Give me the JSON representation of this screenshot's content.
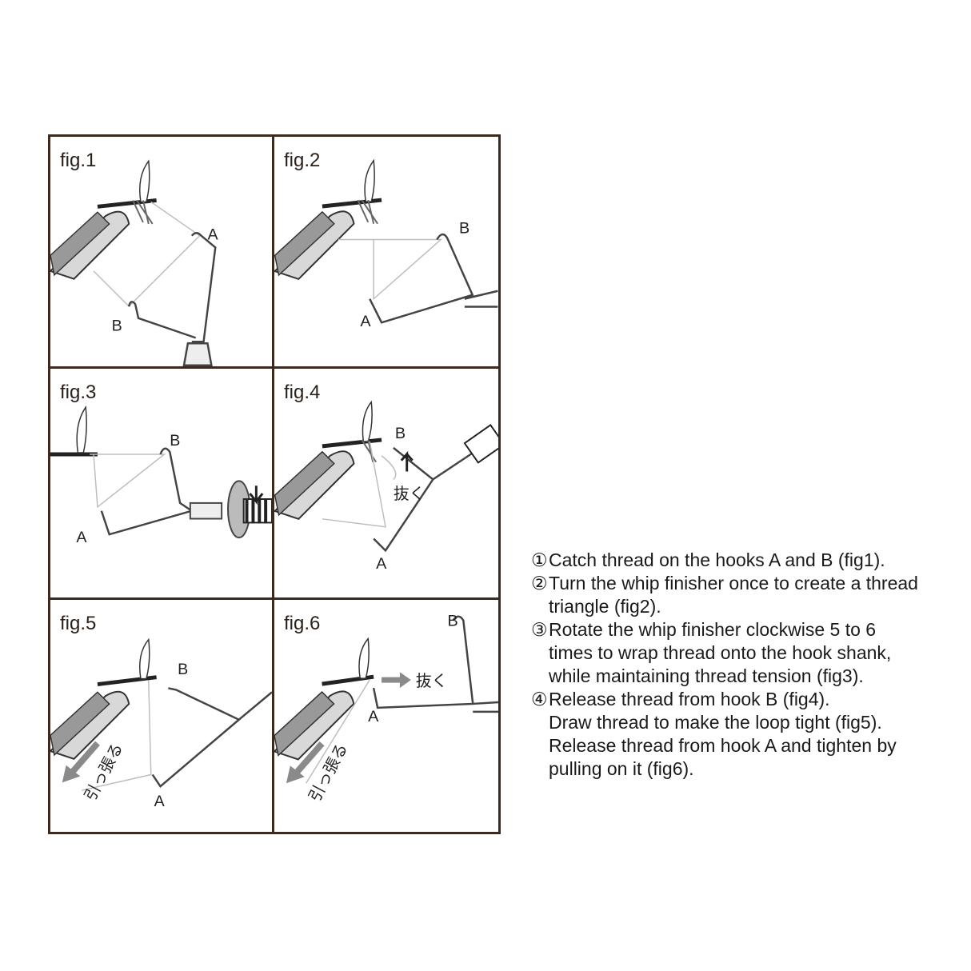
{
  "figures": [
    {
      "label": "fig.1",
      "hook_a": "A",
      "hook_b": "B"
    },
    {
      "label": "fig.2",
      "hook_a": "A",
      "hook_b": "B"
    },
    {
      "label": "fig.3",
      "hook_a": "A",
      "hook_b": "B"
    },
    {
      "label": "fig.4",
      "hook_a": "A",
      "hook_b": "B",
      "action": "抜く"
    },
    {
      "label": "fig.5",
      "hook_a": "A",
      "hook_b": "B",
      "action": "引っ張る"
    },
    {
      "label": "fig.6",
      "hook_a": "A",
      "hook_b": "B",
      "action_release": "抜く",
      "action_pull": "引っ張る"
    }
  ],
  "steps": [
    {
      "num": "①",
      "text": "Catch thread on the hooks A and B (fig1)."
    },
    {
      "num": "②",
      "text": "Turn the whip finisher once to create a thread triangle (fig2)."
    },
    {
      "num": "③",
      "text": "Rotate the whip finisher clockwise 5 to 6 times to wrap thread onto the hook shank, while maintaining thread tension (fig3)."
    },
    {
      "num": "④",
      "text": "Release thread from hook B (fig4)."
    },
    {
      "num": "",
      "text": "Draw thread to make the loop tight (fig5). Release thread from hook A and tighten by pulling on it (fig6)."
    }
  ],
  "colors": {
    "border": "#3a2a22",
    "ink": "#2b201a",
    "thread": "#bdbdbd",
    "arrow": "#8a8a8a"
  }
}
